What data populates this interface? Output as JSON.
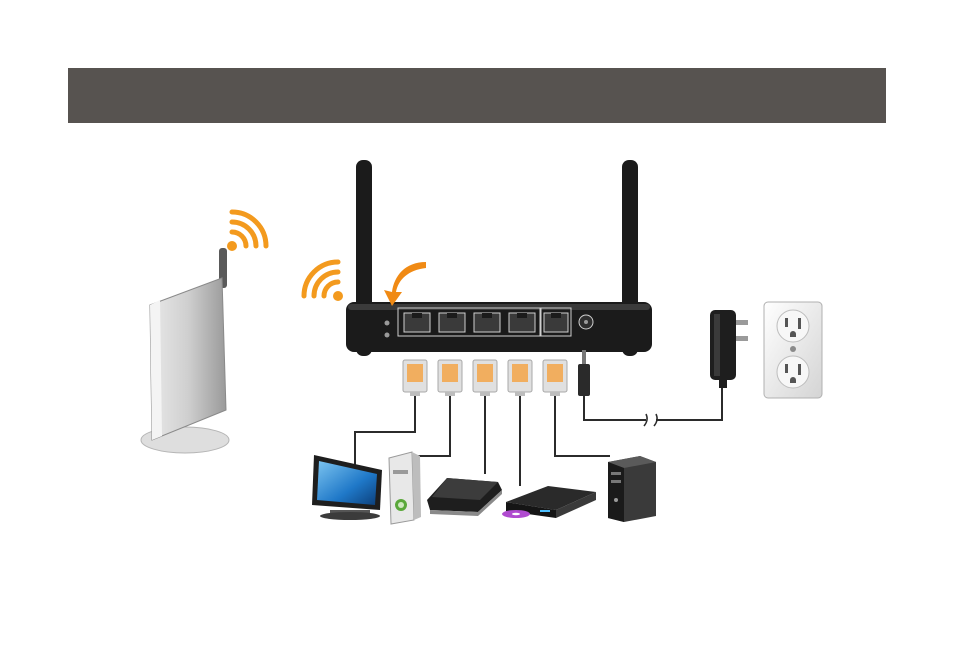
{
  "colors": {
    "banner": "#575350",
    "router_body": "#1b1b1b",
    "router_panel": "#2a2a2a",
    "port": "#3a3a3a",
    "port_outline": "#cfcfcf",
    "cable": "#2b2b2b",
    "wifi": "#f39a1e",
    "arrow": "#f08a14",
    "connector": "#dadada",
    "connector_wires": "#f0a040",
    "modem": "#bdbdbd",
    "outlet": "#ececec",
    "tv_screen": "#1f78c8",
    "xbox": "#e8e8e8",
    "ps3": "#1e1e1e",
    "pc": "#222222"
  },
  "devices": [
    {
      "name": "modem-with-antenna"
    },
    {
      "name": "wireless-router"
    },
    {
      "name": "flat-panel-tv"
    },
    {
      "name": "game-console-white"
    },
    {
      "name": "game-console-black"
    },
    {
      "name": "media-player"
    },
    {
      "name": "desktop-computer"
    },
    {
      "name": "power-adapter"
    },
    {
      "name": "wall-outlet"
    }
  ],
  "router": {
    "antenna_count": 2,
    "led_count": 2,
    "ethernet_ports": 5,
    "power_jack": 1
  }
}
